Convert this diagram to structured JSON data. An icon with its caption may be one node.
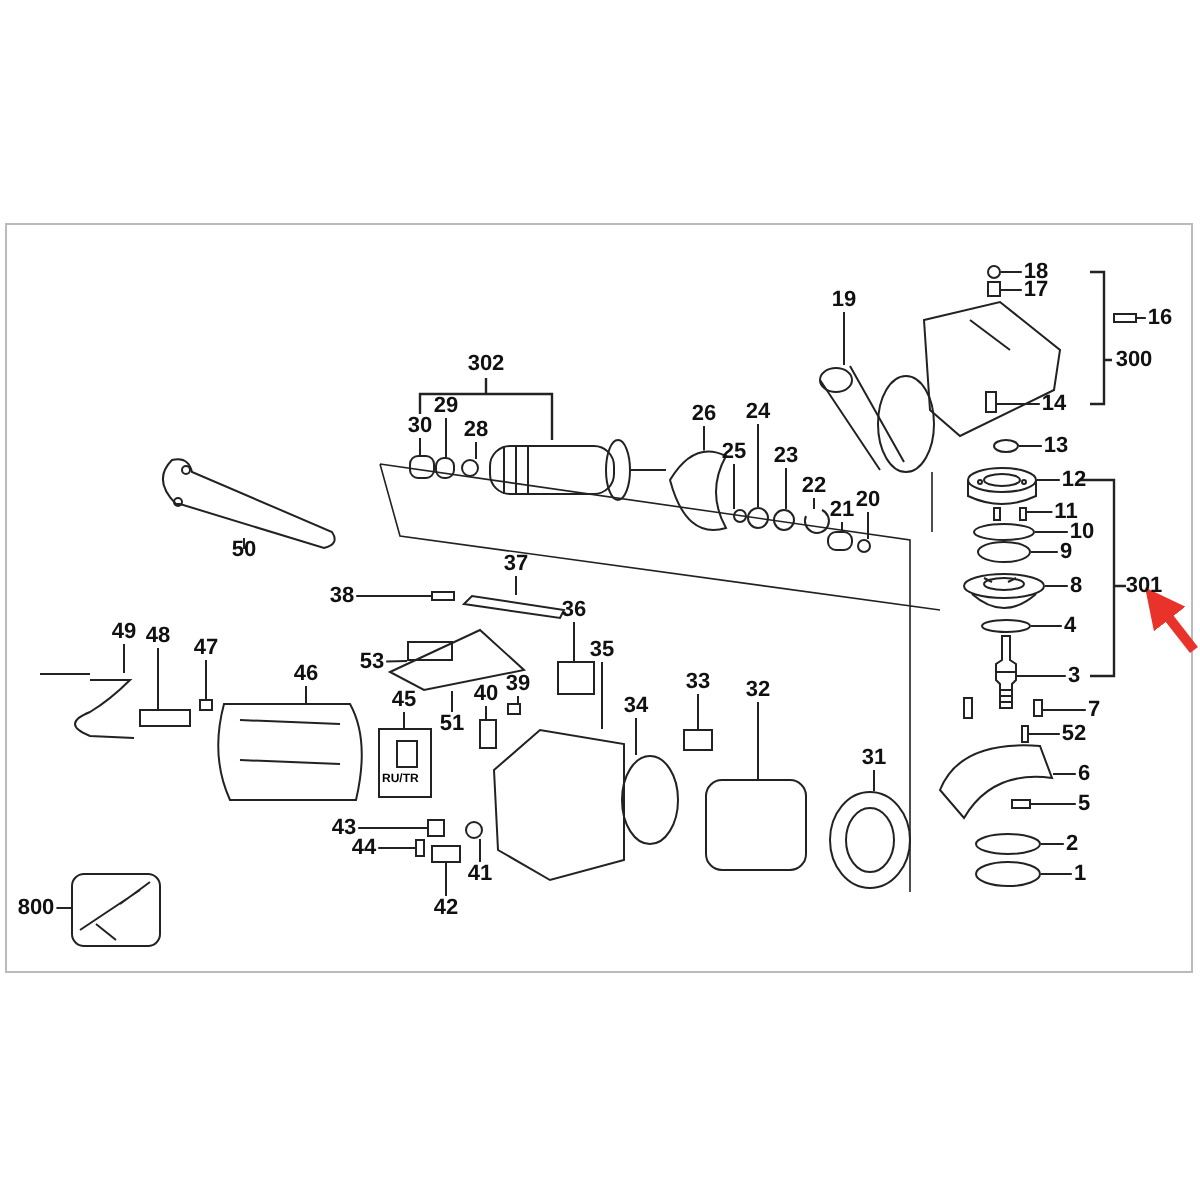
{
  "diagram": {
    "nodes": [
      {
        "text": [
          "18"
        ]
      },
      {
        "text": [
          "17"
        ]
      },
      {
        "text": [
          "16"
        ]
      },
      {
        "text": [
          "19"
        ]
      },
      {
        "text": [
          "300"
        ]
      },
      {
        "text": [
          "302"
        ]
      },
      {
        "text": [
          "14"
        ]
      },
      {
        "text": [
          "29"
        ]
      },
      {
        "text": [
          "24"
        ]
      },
      {
        "text": [
          "30"
        ]
      },
      {
        "text": [
          "13"
        ]
      },
      {
        "text": [
          "28"
        ]
      },
      {
        "text": [
          "26"
        ]
      },
      {
        "text": [
          "25"
        ]
      },
      {
        "text": [
          "23"
        ]
      },
      {
        "text": [
          "20"
        ]
      },
      {
        "text": [
          "12"
        ]
      },
      {
        "text": [
          "22"
        ]
      },
      {
        "text": [
          "21"
        ]
      },
      {
        "text": [
          "11"
        ]
      },
      {
        "text": [
          "10"
        ]
      },
      {
        "text": [
          "50"
        ]
      },
      {
        "text": [
          "9"
        ]
      },
      {
        "text": [
          "8"
        ]
      },
      {
        "text": [
          "301"
        ]
      },
      {
        "text": [
          "38"
        ]
      },
      {
        "text": [
          "37"
        ]
      },
      {
        "text": [
          "36"
        ]
      },
      {
        "text": [
          "4"
        ]
      },
      {
        "text": [
          "49"
        ]
      },
      {
        "text": [
          "48"
        ]
      },
      {
        "text": [
          "47"
        ]
      },
      {
        "text": [
          "35"
        ]
      },
      {
        "text": [
          "46"
        ]
      },
      {
        "text": [
          "3"
        ]
      },
      {
        "text": [
          "53"
        ]
      },
      {
        "text": [
          "39"
        ]
      },
      {
        "text": [
          "40"
        ]
      },
      {
        "text": [
          "33"
        ]
      },
      {
        "text": [
          "45"
        ]
      },
      {
        "text": [
          "32"
        ]
      },
      {
        "text": [
          "51"
        ]
      },
      {
        "text": [
          "34"
        ]
      },
      {
        "text": [
          "7"
        ]
      },
      {
        "text": [
          "52"
        ]
      },
      {
        "text": [
          "31"
        ]
      },
      {
        "text": [
          "6"
        ]
      },
      {
        "text": [
          "5"
        ]
      },
      {
        "text": [
          "43"
        ]
      },
      {
        "text": [
          "2"
        ]
      },
      {
        "text": [
          "44"
        ]
      },
      {
        "text": [
          "41"
        ]
      },
      {
        "text": [
          "1"
        ]
      },
      {
        "text": [
          "42"
        ]
      },
      {
        "text": [
          "800"
        ]
      },
      {
        "text": [],
        "shape": "circle"
      },
      {
        "text": [],
        "shape": "box"
      },
      {
        "text": [],
        "shape": "box"
      },
      {
        "text": [],
        "shape": "picture"
      },
      {
        "text": [],
        "shape": "box"
      },
      {
        "text": [],
        "shape": "box"
      },
      {
        "text": [],
        "shape": "circle"
      },
      {
        "text": [],
        "shape": "box"
      },
      {
        "text": [],
        "shape": "circle"
      },
      {
        "text": [],
        "shape": "circle"
      },
      {
        "text": [],
        "shape": "picture"
      },
      {
        "text": [],
        "shape": "circle"
      },
      {
        "text": [],
        "shape": "circle"
      },
      {
        "text": [],
        "shape": "circle"
      },
      {
        "text": [],
        "shape": "picture"
      },
      {
        "text": [],
        "shape": "picture"
      },
      {
        "text": [],
        "shape": "box"
      },
      {
        "text": [],
        "shape": "picture"
      },
      {
        "text": [],
        "shape": "circle"
      },
      {
        "text": [],
        "shape": "picture"
      },
      {
        "text": [],
        "shape": "circle"
      },
      {
        "text": [],
        "shape": "picture"
      },
      {
        "text": [],
        "shape": "box"
      },
      {
        "text": [],
        "shape": "picture"
      },
      {
        "text": [],
        "shape": "box"
      },
      {
        "text": [],
        "shape": "circle"
      },
      {
        "text": [],
        "shape": "picture"
      },
      {
        "text": [],
        "shape": "box"
      },
      {
        "text": [],
        "shape": "box"
      },
      {
        "text": [],
        "shape": "picture"
      },
      {
        "text": [],
        "shape": "picture"
      },
      {
        "text": [],
        "shape": "picture"
      },
      {
        "text": [],
        "shape": "box"
      },
      {
        "text": [],
        "shape": "box"
      },
      {
        "text": [],
        "shape": "box"
      },
      {
        "text": [],
        "shape": "box"
      },
      {
        "text": [
          "RU/TR"
        ]
      },
      {
        "text": [],
        "shape": "box"
      },
      {
        "text": [],
        "shape": "picture"
      },
      {
        "text": [],
        "shape": "circle"
      },
      {
        "text": [],
        "shape": "box"
      },
      {
        "text": [],
        "shape": "box"
      },
      {
        "text": [],
        "shape": "picture"
      },
      {
        "text": [],
        "shape": "picture"
      },
      {
        "text": [],
        "shape": "box"
      },
      {
        "text": [],
        "shape": "box"
      },
      {
        "text": [],
        "shape": "circle"
      },
      {
        "text": [],
        "shape": "box"
      },
      {
        "text": [],
        "shape": "circle"
      },
      {
        "text": [],
        "shape": "circle"
      },
      {
        "text": [],
        "shape": "box"
      },
      {
        "text": [],
        "shape": "picture"
      }
    ],
    "edges": [
      {
        "from": 0,
        "to": 55,
        "arrow": "none"
      },
      {
        "from": 1,
        "to": 56,
        "arrow": "none"
      },
      {
        "from": 2,
        "to": 57,
        "arrow": "none"
      },
      {
        "from": 3,
        "to": 58,
        "arrow": "none"
      },
      {
        "from": 6,
        "to": 59,
        "arrow": "none"
      },
      {
        "from": 7,
        "to": 60,
        "arrow": "none"
      },
      {
        "from": 8,
        "to": 61,
        "arrow": "none"
      },
      {
        "from": 9,
        "to": 62,
        "arrow": "none"
      },
      {
        "from": 10,
        "to": 63,
        "arrow": "none"
      },
      {
        "from": 11,
        "to": 64,
        "arrow": "none"
      },
      {
        "from": 12,
        "to": 65,
        "arrow": "none"
      },
      {
        "from": 13,
        "to": 66,
        "arrow": "none"
      },
      {
        "from": 14,
        "to": 67,
        "arrow": "none"
      },
      {
        "from": 15,
        "to": 68,
        "arrow": "none"
      },
      {
        "from": 16,
        "to": 69,
        "arrow": "none"
      },
      {
        "from": 17,
        "to": 70,
        "arrow": "none"
      },
      {
        "from": 18,
        "to": 71,
        "arrow": "none"
      },
      {
        "from": 19,
        "to": 72,
        "arrow": "none"
      },
      {
        "from": 20,
        "to": 73,
        "arrow": "none"
      },
      {
        "from": 21,
        "to": 74,
        "arrow": "none"
      },
      {
        "from": 22,
        "to": 75,
        "arrow": "none"
      },
      {
        "from": 23,
        "to": 76,
        "arrow": "none"
      },
      {
        "from": 25,
        "to": 77,
        "arrow": "none"
      },
      {
        "from": 26,
        "to": 78,
        "arrow": "none"
      },
      {
        "from": 27,
        "to": 79,
        "arrow": "none"
      },
      {
        "from": 28,
        "to": 80,
        "arrow": "none"
      },
      {
        "from": 29,
        "to": 81,
        "arrow": "none"
      },
      {
        "from": 30,
        "to": 82,
        "arrow": "none"
      },
      {
        "from": 31,
        "to": 83,
        "arrow": "none"
      },
      {
        "from": 32,
        "to": 84,
        "arrow": "none"
      },
      {
        "from": 33,
        "to": 85,
        "arrow": "none"
      },
      {
        "from": 34,
        "to": 86,
        "arrow": "none"
      },
      {
        "from": 35,
        "to": 87,
        "arrow": "none"
      },
      {
        "from": 36,
        "to": 88,
        "arrow": "none"
      },
      {
        "from": 37,
        "to": 89,
        "arrow": "none"
      },
      {
        "from": 38,
        "to": 90,
        "arrow": "none"
      },
      {
        "from": 39,
        "to": 91,
        "arrow": "none"
      },
      {
        "from": 40,
        "to": 92,
        "arrow": "none"
      },
      {
        "from": 41,
        "to": 93,
        "arrow": "none"
      },
      {
        "from": 42,
        "to": 94,
        "arrow": "none"
      },
      {
        "from": 43,
        "to": 95,
        "arrow": "none"
      },
      {
        "from": 44,
        "to": 96,
        "arrow": "none"
      },
      {
        "from": 45,
        "to": 97,
        "arrow": "none"
      },
      {
        "from": 46,
        "to": 98,
        "arrow": "none"
      },
      {
        "from": 47,
        "to": 99,
        "arrow": "none"
      },
      {
        "from": 48,
        "to": 100,
        "arrow": "none"
      },
      {
        "from": 49,
        "to": 101,
        "arrow": "none"
      },
      {
        "from": 50,
        "to": 102,
        "arrow": "none"
      },
      {
        "from": 51,
        "to": 103,
        "arrow": "none"
      },
      {
        "from": 52,
        "to": 104,
        "arrow": "none"
      },
      {
        "from": 53,
        "to": 105,
        "arrow": "none"
      },
      {
        "from": 54,
        "to": 106,
        "arrow": "none"
      },
      {
        "from": null,
        "to": 24,
        "arrow": "to",
        "style": "thick",
        "color": "#e8322a"
      }
    ]
  }
}
